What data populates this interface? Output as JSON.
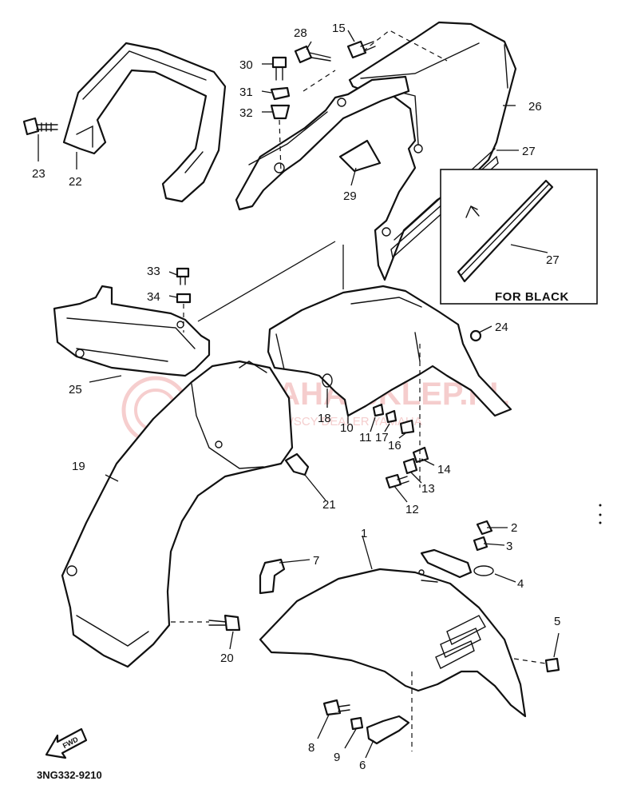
{
  "diagram": {
    "diagram_code": "3NG332-9210",
    "inset_label": "FOR BLACK",
    "fwd_label": "FWD",
    "watermark": {
      "title": "YAMAHA-SKLEP.PL",
      "subtitle": "WOJCIECHOWSCY DEALER YAMAHA"
    },
    "callouts": [
      "1",
      "2",
      "3",
      "4",
      "5",
      "6",
      "7",
      "8",
      "9",
      "10",
      "11",
      "12",
      "13",
      "14",
      "15",
      "16",
      "17",
      "18",
      "19",
      "20",
      "21",
      "22",
      "23",
      "24",
      "25",
      "26",
      "27",
      "28",
      "29",
      "30",
      "31",
      "32",
      "33",
      "34"
    ],
    "inset_callout": "27"
  }
}
